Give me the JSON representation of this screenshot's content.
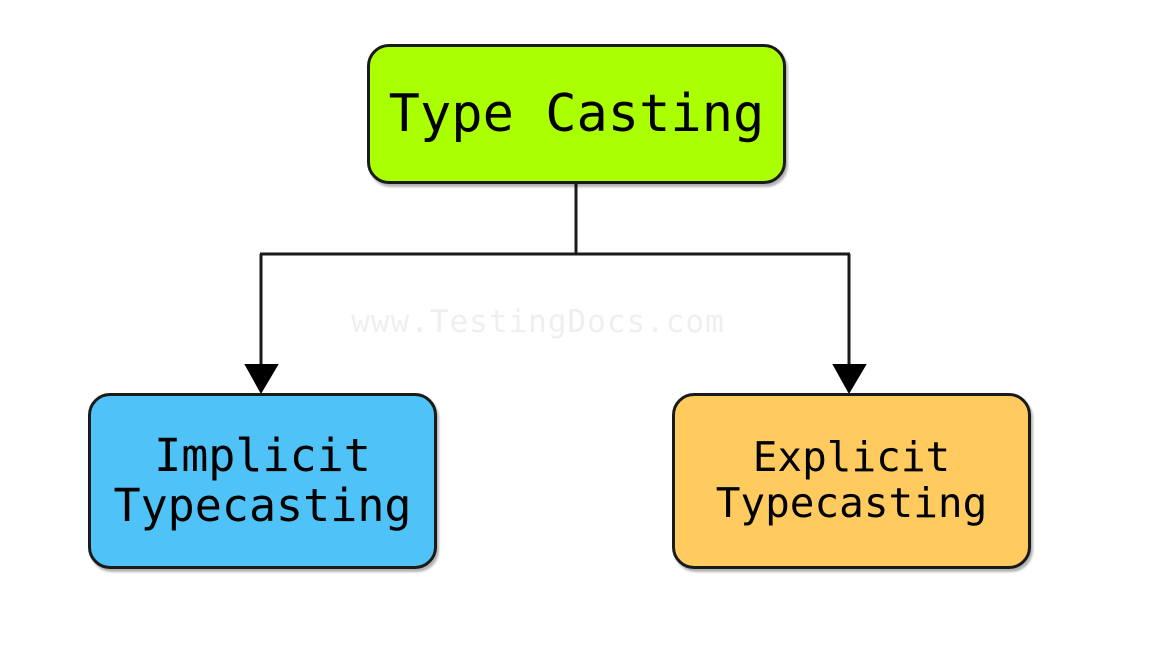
{
  "diagram": {
    "type": "tree-flowchart",
    "background_color": "#ffffff",
    "title_node": {
      "label": "Type Casting",
      "fill_color": "#aaff00",
      "border_color": "#1a1a1a"
    },
    "children": [
      {
        "label": "Implicit\nTypecasting",
        "fill_color": "#4fc3f7",
        "border_color": "#1a1a1a"
      },
      {
        "label": "Explicit\nTypecasting",
        "fill_color": "#ffcb5f",
        "border_color": "#1a1a1a"
      }
    ],
    "connectors": {
      "stroke_color": "#1a1a1a",
      "arrowhead": "filled-triangle"
    },
    "watermark": {
      "text": "www.TestingDocs.com",
      "color": "#efefef"
    }
  }
}
